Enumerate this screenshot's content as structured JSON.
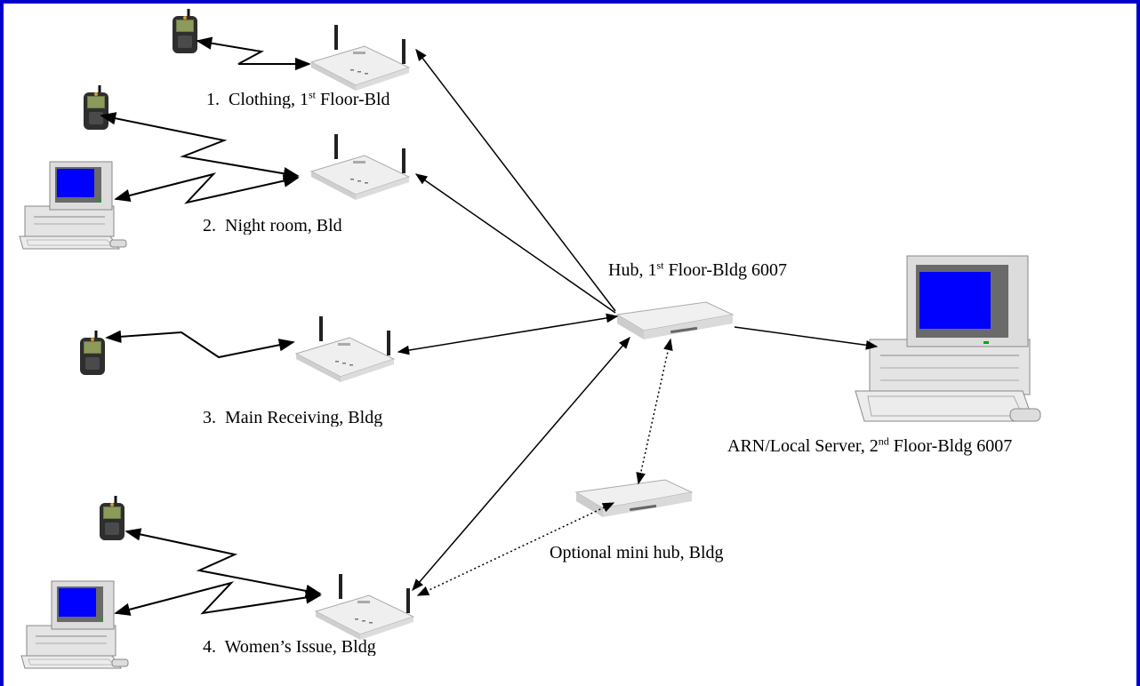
{
  "labels": {
    "ap1": {
      "num": "1.",
      "pre": "Clothing, 1",
      "sup": "st",
      "post": " Floor-Bld"
    },
    "ap2": {
      "num": "2.",
      "text": "Night room, Bld"
    },
    "ap3": {
      "num": "3.",
      "text": "Main Receiving, Bldg"
    },
    "ap4": {
      "num": "4.",
      "text": "Women’s Issue, Bldg"
    },
    "hub": {
      "pre": "Hub, 1",
      "sup": "st",
      "post": " Floor-Bldg 6007"
    },
    "server": {
      "pre": "ARN/Local Server, 2",
      "sup": "nd",
      "post": " Floor-Bldg 6007"
    },
    "minihub": {
      "text": "Optional mini hub, Bldg"
    }
  },
  "colors": {
    "frame": "#0000cc",
    "screen": "#0000ff",
    "device": "#e9e9e9",
    "line": "#000000"
  },
  "icons": [
    "handheld-scanner-icon",
    "wireless-access-point-icon",
    "desktop-computer-icon",
    "network-hub-icon"
  ]
}
